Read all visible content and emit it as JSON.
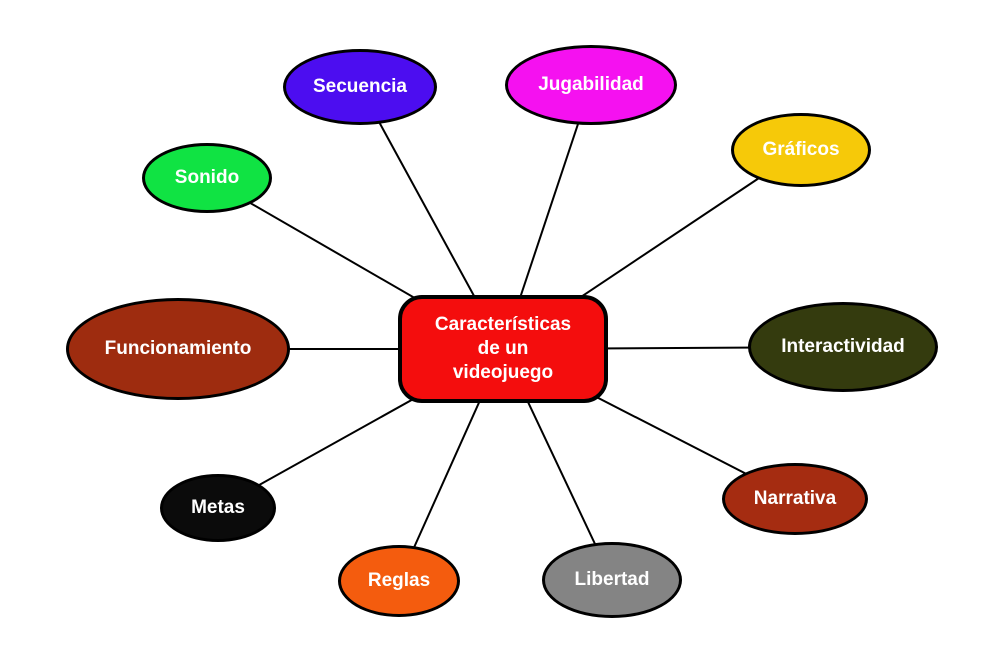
{
  "background_color": "#FFFFFF",
  "connector_color": "#000000",
  "center": {
    "label": "Características\nde un\nvideojuego",
    "color": "#F40D0D",
    "text_color": "#FFFFFF"
  },
  "nodes": [
    {
      "id": "secuencia",
      "label": "Secuencia",
      "color": "#4C0DF0",
      "text_color": "#FFFFFF"
    },
    {
      "id": "jugabilidad",
      "label": "Jugabilidad",
      "color": "#F511F0",
      "text_color": "#FFFFFF"
    },
    {
      "id": "graficos",
      "label": "Gráficos",
      "color": "#F6C909",
      "text_color": "#FFFFFF"
    },
    {
      "id": "interactividad",
      "label": "Interactividad",
      "color": "#343B0E",
      "text_color": "#FFFFFF"
    },
    {
      "id": "narrativa",
      "label": "Narrativa",
      "color": "#A52C11",
      "text_color": "#FFFFFF"
    },
    {
      "id": "libertad",
      "label": "Libertad",
      "color": "#848484",
      "text_color": "#FFFFFF"
    },
    {
      "id": "reglas",
      "label": "Reglas",
      "color": "#F45C0E",
      "text_color": "#FFFFFF"
    },
    {
      "id": "metas",
      "label": "Metas",
      "color": "#0B0B0B",
      "text_color": "#FFFFFF"
    },
    {
      "id": "funcionamiento",
      "label": "Funcionamiento",
      "color": "#9E2C0F",
      "text_color": "#FFFFFF"
    },
    {
      "id": "sonido",
      "label": "Sonido",
      "color": "#10E343",
      "text_color": "#FFFFFF"
    }
  ]
}
